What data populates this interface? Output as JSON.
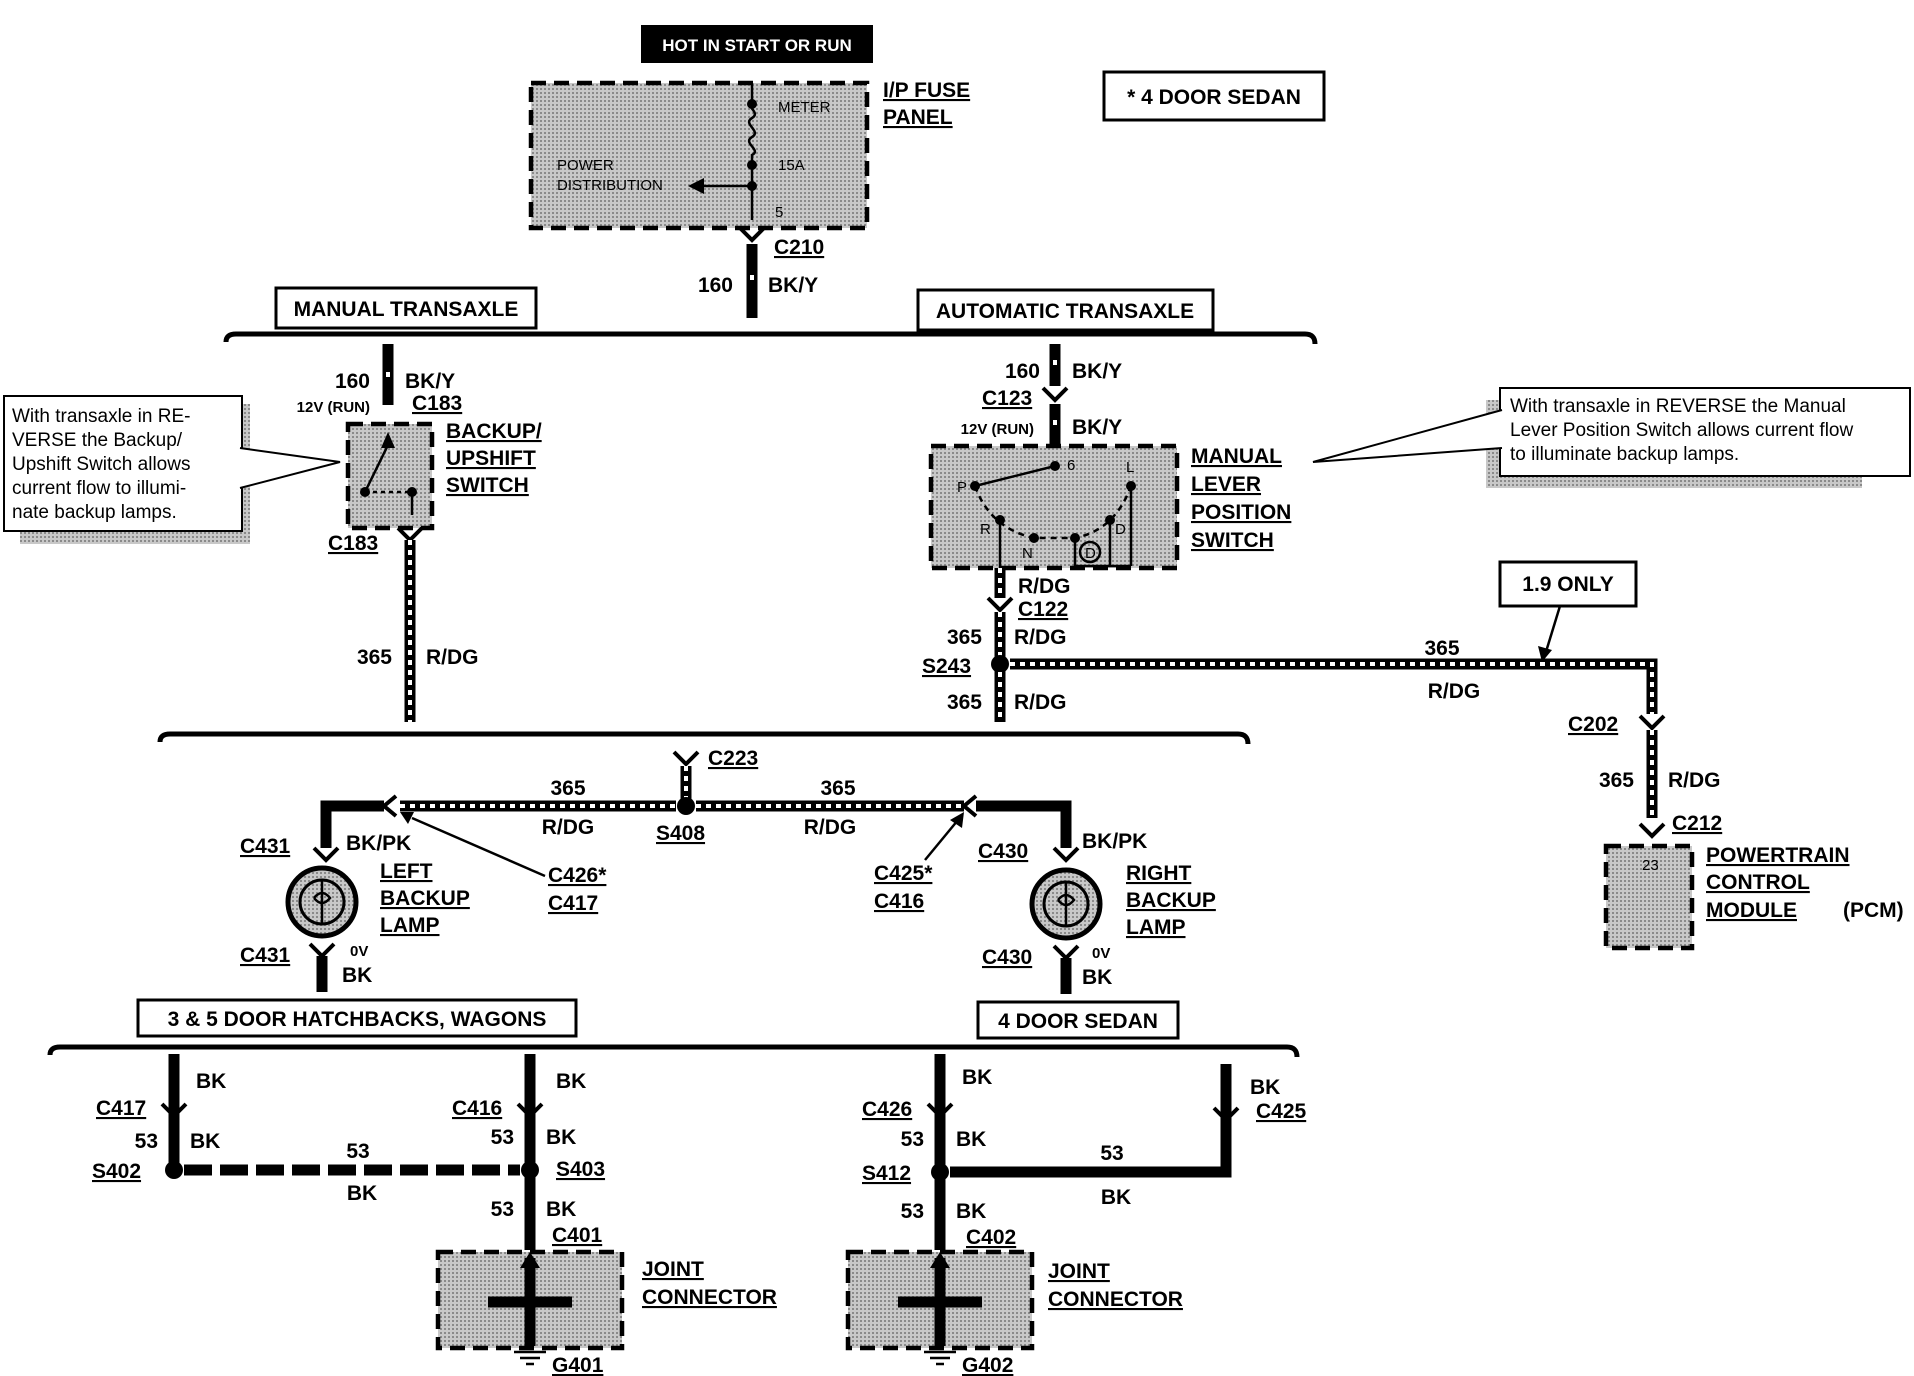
{
  "header": {
    "hot": "HOT IN START OR RUN",
    "sedan_note": "* 4 DOOR SEDAN"
  },
  "fuse_panel": {
    "title1": "I/P FUSE",
    "title2": "PANEL",
    "meter": "METER",
    "power1": "POWER",
    "power2": "DISTRIBUTION",
    "amp": "15A",
    "pin": "5"
  },
  "c210": "C210",
  "wire_160": {
    "num": "160",
    "color": "BK/Y"
  },
  "manual_transaxle": "MANUAL TRANSAXLE",
  "automatic_transaxle": "AUTOMATIC TRANSAXLE",
  "manual": {
    "num": "160",
    "color": "BK/Y",
    "run": "12V (RUN)",
    "c183_top": "C183",
    "c183_bottom": "C183",
    "switch1": "BACKUP/",
    "switch2": "UPSHIFT",
    "switch3": "SWITCH",
    "note1": "With transaxle in RE-",
    "note2": "VERSE the Backup/",
    "note3": "Upshift Switch allows",
    "note4": "current flow to illumi-",
    "note5": "nate backup lamps.",
    "wire_num": "365",
    "wire_color": "R/DG"
  },
  "automatic": {
    "num": "160",
    "color_top": "BK/Y",
    "c123": "C123",
    "run": "12V (RUN)",
    "color_run": "BK/Y",
    "switch1": "MANUAL",
    "switch2": "LEVER",
    "switch3": "POSITION",
    "switch4": "SWITCH",
    "note1": "With transaxle in REVERSE the Manual",
    "note2": "Lever Position Switch allows current flow",
    "note3": "to illuminate backup lamps.",
    "pos_p": "P",
    "pos_r": "R",
    "pos_n": "N",
    "pos_d": "D",
    "pos_od": "D",
    "pos_l": "L",
    "pin6": "6",
    "c122_color": "R/DG",
    "c122": "C122",
    "w365a": "365",
    "w365a_color": "R/DG",
    "s243": "S243",
    "w365b": "365",
    "w365b_color": "R/DG"
  },
  "pcm_branch": {
    "only": "1.9 ONLY",
    "num": "365",
    "color": "R/DG",
    "c202": "C202",
    "num2": "365",
    "color2": "R/DG",
    "c212": "C212",
    "pin": "23",
    "pcm1": "POWERTRAIN",
    "pcm2": "CONTROL",
    "pcm3": "MODULE",
    "pcm4": "(PCM)"
  },
  "lamps": {
    "c223": "C223",
    "n_left": "365",
    "c_left": "R/DG",
    "n_right": "365",
    "c_right": "R/DG",
    "s408": "S408",
    "left": {
      "c431a": "C431",
      "color": "BK/PK",
      "l1": "LEFT",
      "l2": "BACKUP",
      "l3": "LAMP",
      "c426": "C426*",
      "c417": "C417",
      "c431b": "C431",
      "ov": "0V",
      "bk": "BK"
    },
    "right": {
      "c430a": "C430",
      "color": "BK/PK",
      "l1": "RIGHT",
      "l2": "BACKUP",
      "l3": "LAMP",
      "c425": "C425*",
      "c416": "C416",
      "c430b": "C430",
      "ov": "0V",
      "bk": "BK"
    }
  },
  "hatch_label": "3 & 5 DOOR HATCHBACKS, WAGONS",
  "sedan_label": "4 DOOR SEDAN",
  "ground_left": {
    "c417": "C417",
    "bk1": "BK",
    "n1": "53",
    "bk1b": "BK",
    "s402": "S402",
    "n_mid": "53",
    "bk_mid": "BK",
    "c416": "C416",
    "bk2": "BK",
    "n2": "53",
    "bk2b": "BK",
    "s403": "S403",
    "n3": "53",
    "bk3": "BK",
    "c401": "C401",
    "jc1": "JOINT",
    "jc2": "CONNECTOR",
    "g401": "G401"
  },
  "ground_right": {
    "c426": "C426",
    "bk1": "BK",
    "n1": "53",
    "bk1b": "BK",
    "s412": "S412",
    "n3": "53",
    "bk3": "BK",
    "c402": "C402",
    "c425": "C425",
    "bk2": "BK",
    "n_mid": "53",
    "bk_mid": "BK",
    "jc1": "JOINT",
    "jc2": "CONNECTOR",
    "g402": "G402"
  }
}
